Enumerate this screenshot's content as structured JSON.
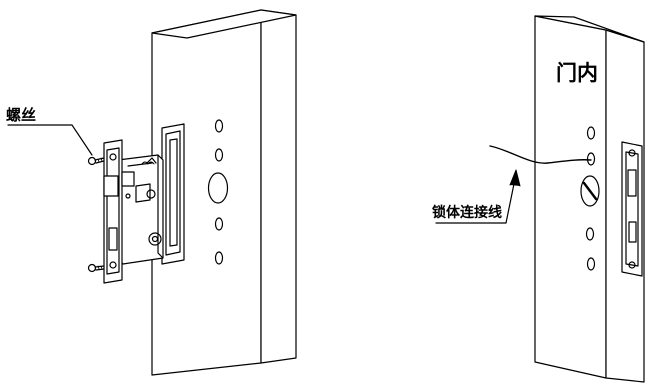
{
  "labels": {
    "screw": "螺丝",
    "door_inside": "门内",
    "lock_cable": "锁体连接线"
  }
}
